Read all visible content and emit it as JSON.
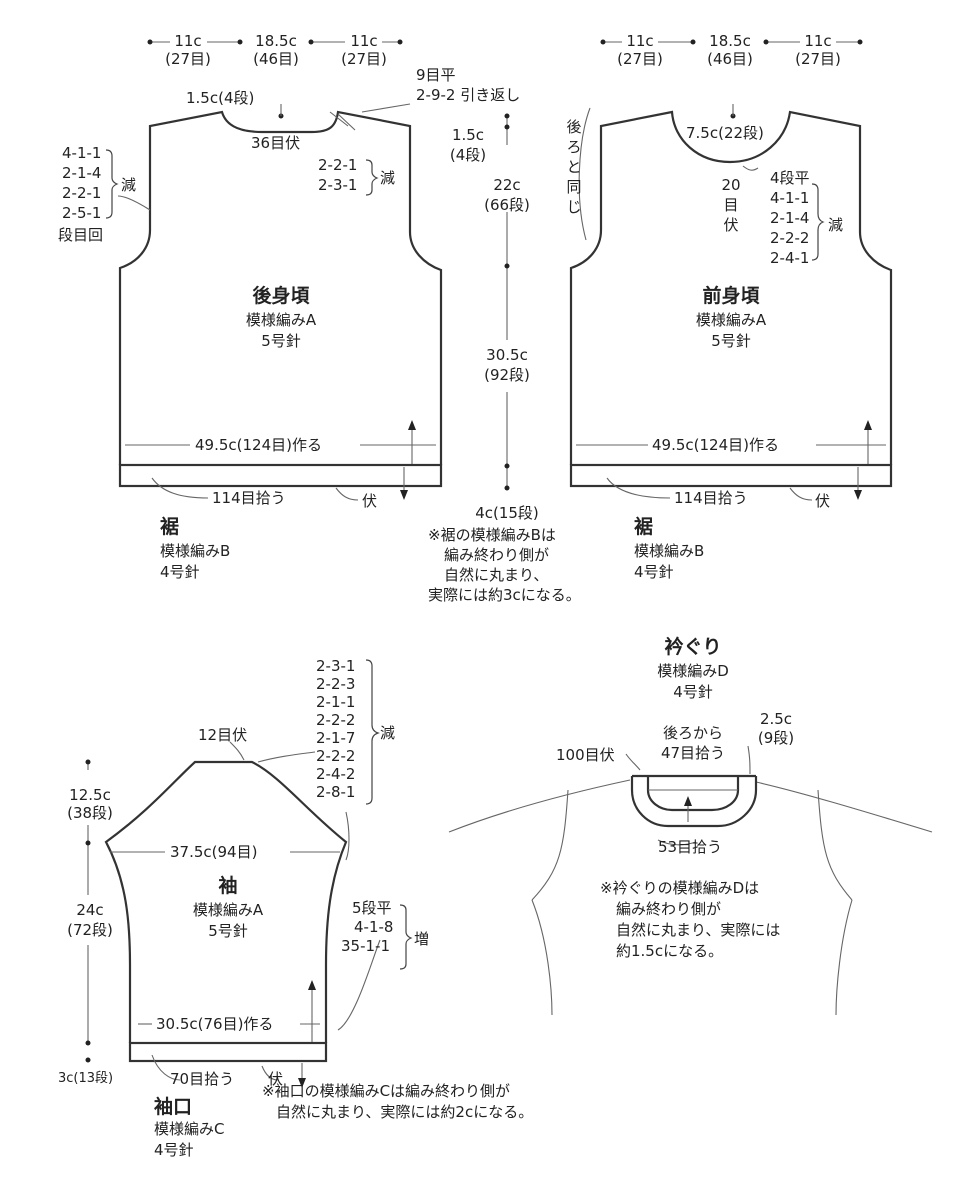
{
  "top": {
    "back_widths": [
      {
        "value": "11c",
        "stitches": "(27目)"
      },
      {
        "value": "18.5c",
        "stitches": "(46目)"
      },
      {
        "value": "11c",
        "stitches": "(27目)"
      }
    ],
    "front_widths": [
      {
        "value": "11c",
        "stitches": "(27目)"
      },
      {
        "value": "18.5c",
        "stitches": "(46目)"
      },
      {
        "value": "11c",
        "stitches": "(27目)"
      }
    ]
  },
  "back": {
    "title": "後身頃",
    "pattern": "模様編みA",
    "needle": "5号針",
    "neck_depth": "1.5c(4段)",
    "bind_off": "36目伏",
    "shoulder_top": "9目平",
    "shoulder_short_rows": "2-9-2 引き返し",
    "neck_dec": [
      "2-2-1",
      "2-3-1"
    ],
    "dec_label": "減",
    "armhole_dec": [
      "4-1-1",
      "2-1-4",
      "2-2-1",
      "2-5-1"
    ],
    "armhole_dec_label": "減",
    "row_header": "段目回",
    "cast_on": "49.5c(124目)作る",
    "pick_up": "114目拾う",
    "bind": "伏"
  },
  "center": {
    "seg1_value": "1.5c",
    "seg1_rows": "(4段)",
    "seg2_value": "22c",
    "seg2_rows": "(66段)",
    "seg3_value": "30.5c",
    "seg3_rows": "(92段)",
    "seg4": "4c(15段)",
    "note": [
      "※裾の模様編みBは",
      "編み終わり側が",
      "自然に丸まり、",
      "実際には約3cになる。"
    ]
  },
  "front": {
    "title": "前身頃",
    "pattern": "模様編みA",
    "needle": "5号針",
    "same_as_back": "後ろと同じ",
    "neck_depth": "7.5c(22段)",
    "neck_bind_num": "20",
    "neck_bind_chars": [
      "目",
      "伏"
    ],
    "flat": "4段平",
    "neck_dec": [
      "4-1-1",
      "2-1-4",
      "2-2-2",
      "2-4-1"
    ],
    "dec_label": "減",
    "cast_on": "49.5c(124目)作る",
    "pick_up": "114目拾う",
    "bind": "伏"
  },
  "hem_back": {
    "title": "裾",
    "pattern": "模様編みB",
    "needle": "4号針"
  },
  "hem_front": {
    "title": "裾",
    "pattern": "模様編みB",
    "needle": "4号針"
  },
  "sleeve": {
    "title": "袖",
    "pattern": "模様編みA",
    "needle": "5号針",
    "cap_bind": "12目伏",
    "cap_dec": [
      "2-3-1",
      "2-2-3",
      "2-1-1",
      "2-2-2",
      "2-1-7",
      "2-2-2",
      "2-4-2",
      "2-8-1"
    ],
    "dec_label": "減",
    "width": "37.5c(94目)",
    "cap_height_value": "12.5c",
    "cap_height_rows": "(38段)",
    "body_height_value": "24c",
    "body_height_rows": "(72段)",
    "cuff_height": "3c(13段)",
    "inc": [
      "5段平",
      "4-1-8",
      "35-1-1"
    ],
    "inc_label": "増",
    "cast_on": "30.5c(76目)作る",
    "pick_up": "70目拾う",
    "bind": "伏"
  },
  "cuff": {
    "title": "袖口",
    "pattern": "模様編みC",
    "needle": "4号針",
    "note": [
      "※袖口の模様編みCは編み終わり側が",
      "自然に丸まり、実際には約2cになる。"
    ]
  },
  "neckband": {
    "title": "衿ぐり",
    "pattern": "模様編みD",
    "needle": "4号針",
    "back_pickup_1": "後ろから",
    "back_pickup_2": "47目拾う",
    "bind": "100目伏",
    "height_value": "2.5c",
    "height_rows": "(9段)",
    "front_pickup": "53目拾う",
    "note": [
      "※衿ぐりの模様編みDは",
      "編み終わり側が",
      "自然に丸まり、実際には",
      "約1.5cになる。"
    ]
  }
}
